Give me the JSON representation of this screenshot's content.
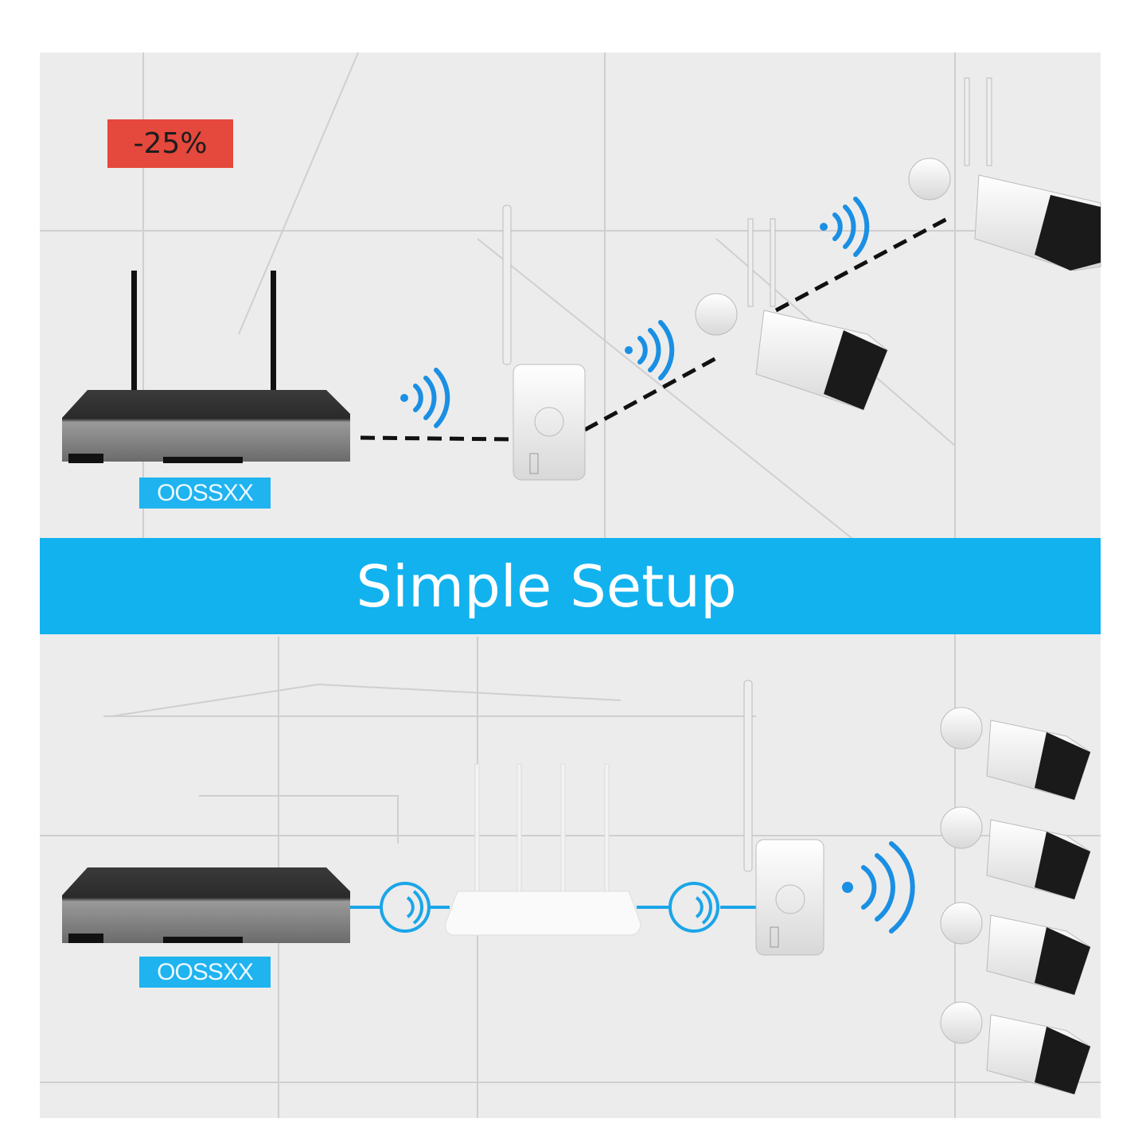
{
  "discount_badge": "-25%",
  "banner_title": "Simple Setup",
  "top_nvr_label": "OOSSXX",
  "bottom_nvr_label": "OOSSXX",
  "colors": {
    "accent_blue": "#12b2ef",
    "badge_red": "#e5483c",
    "background": "#ececec"
  }
}
